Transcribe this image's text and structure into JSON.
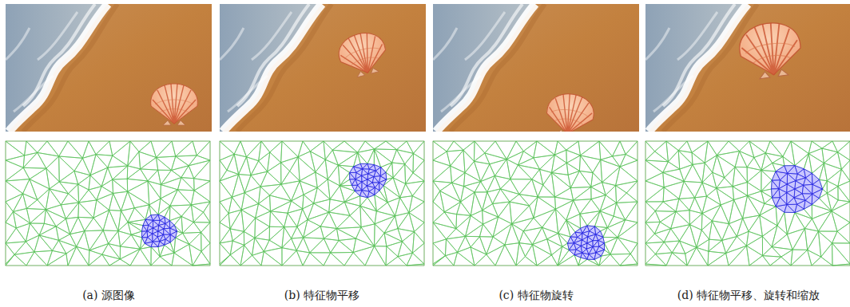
{
  "diagram": {
    "labels": [
      "(a) 源图像",
      "(b) 特征物平移",
      "(c) 特征物旋转",
      "(d) 特征物平移、旋转和缩放"
    ]
  }
}
